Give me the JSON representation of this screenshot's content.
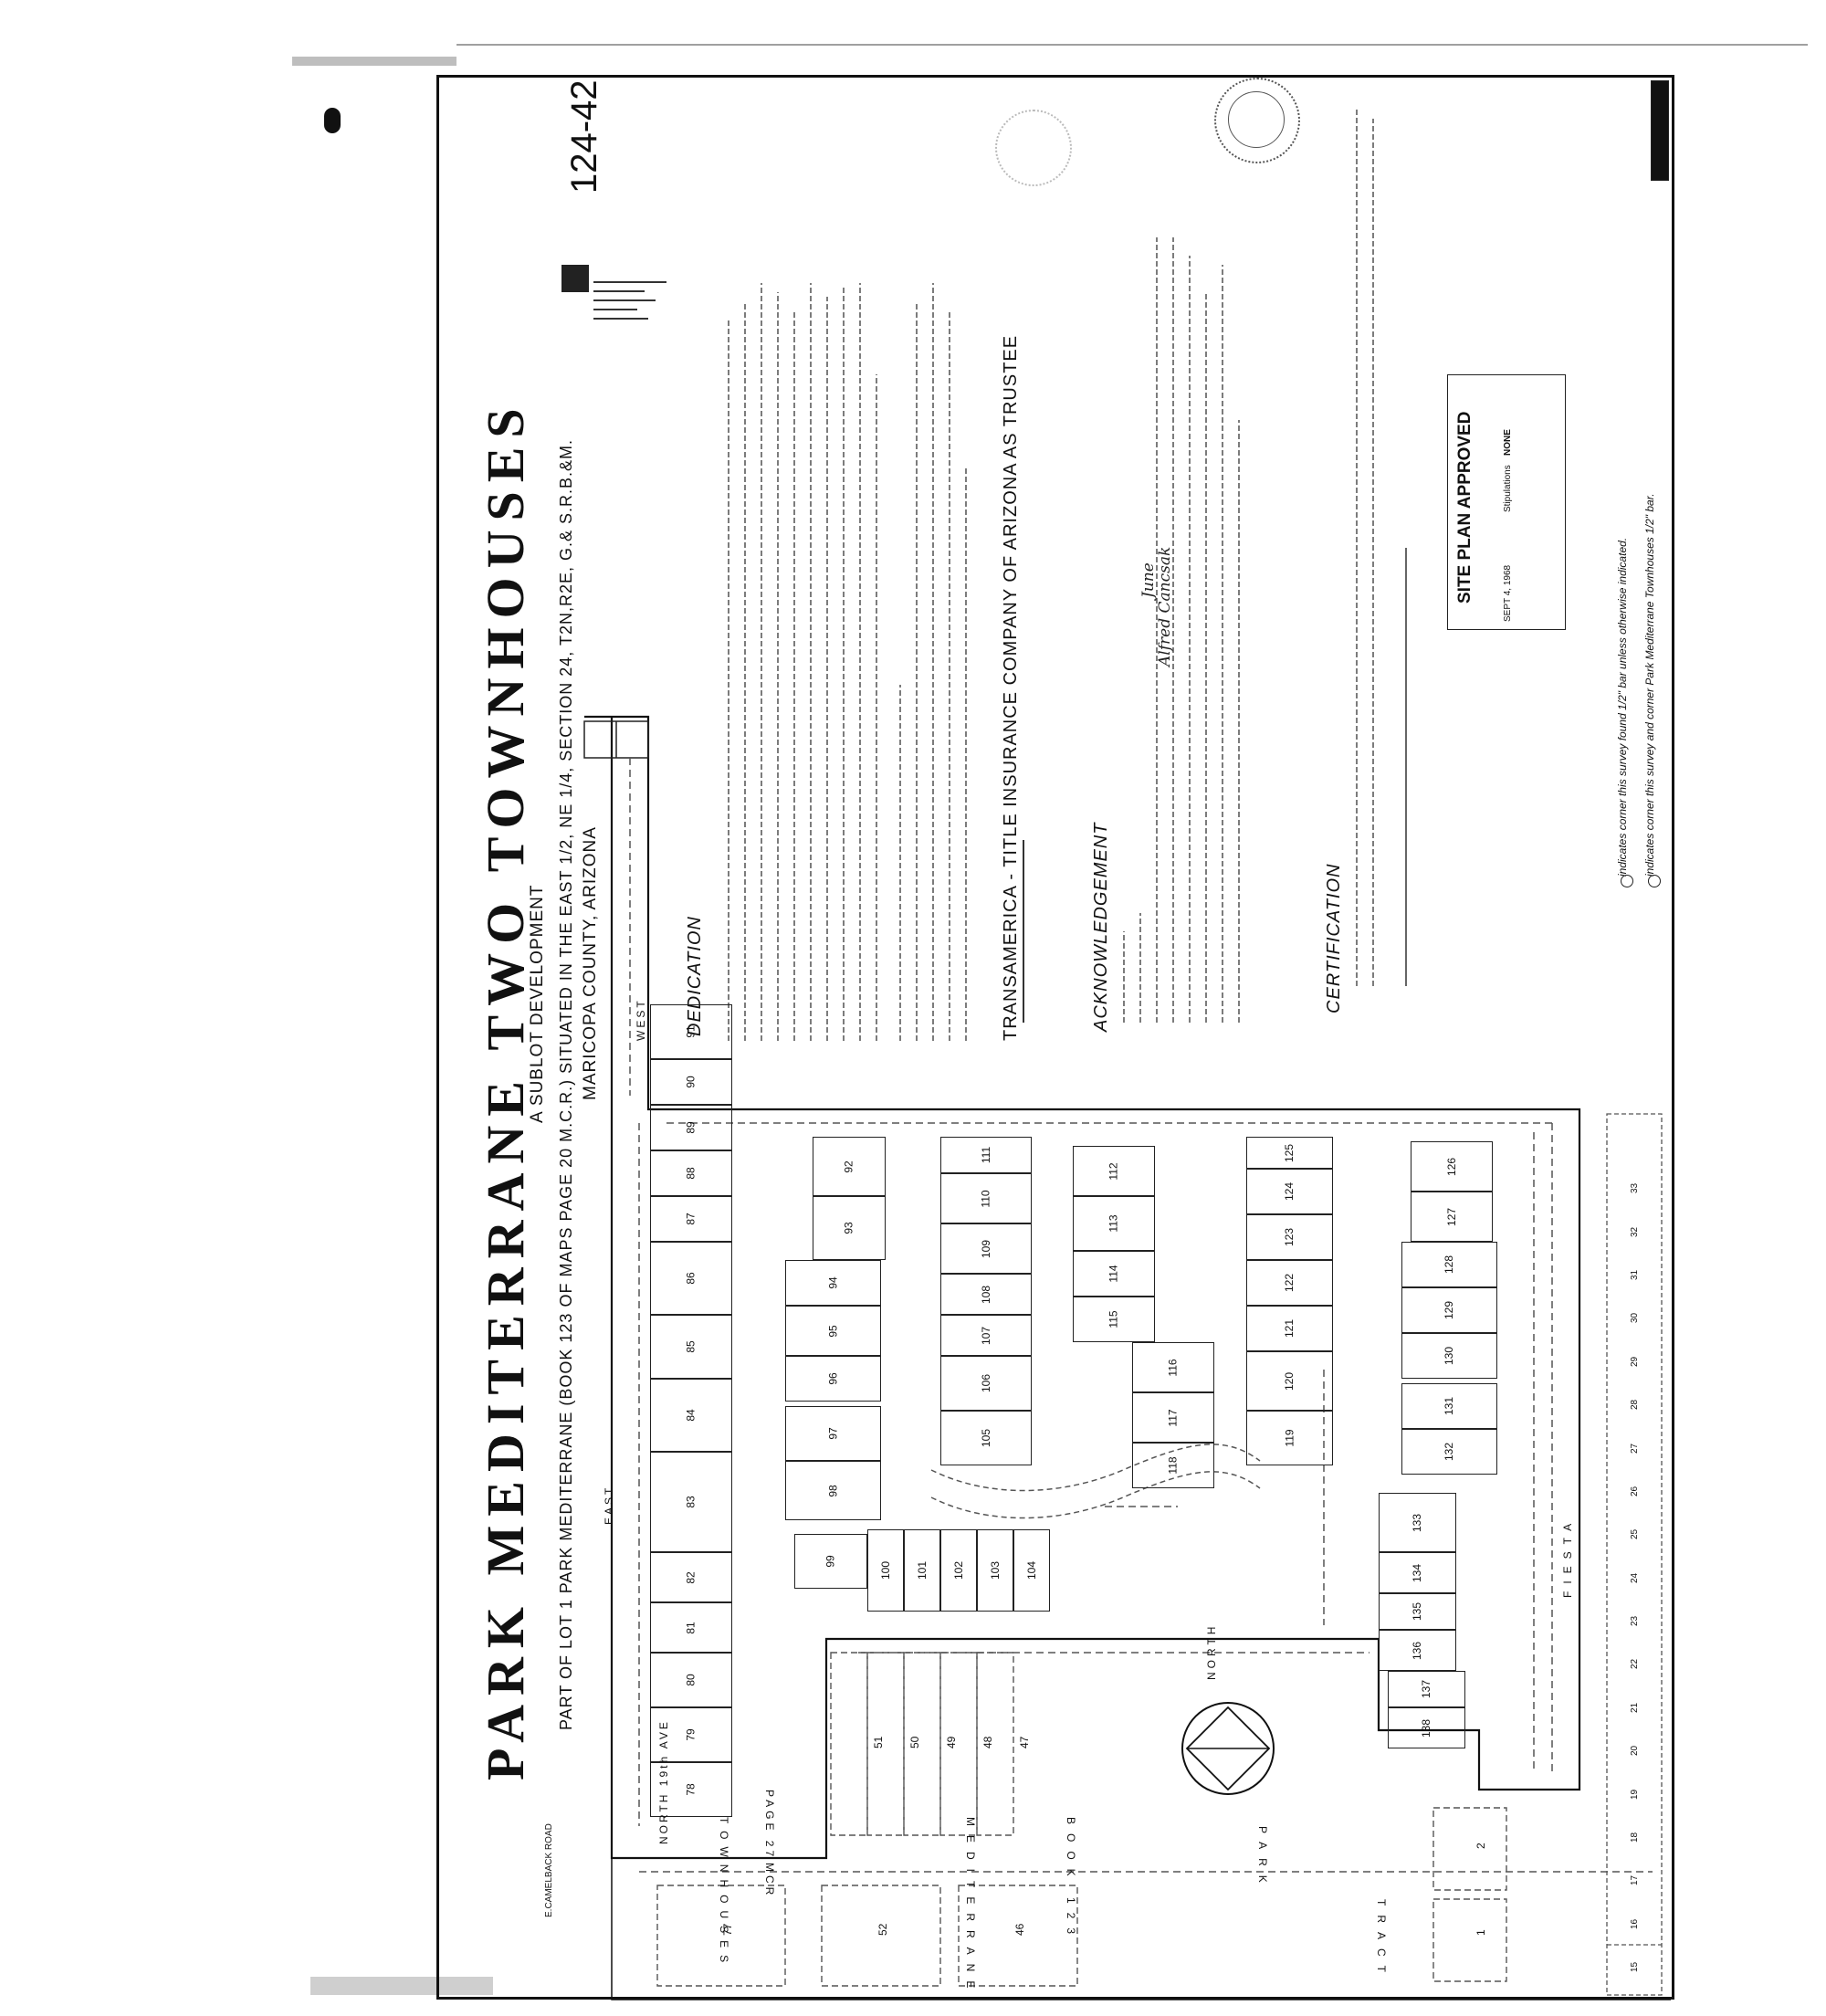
{
  "plat": {
    "sheet_number": "124-42",
    "title": "PARK   MEDITERRANE   TWO   TOWNHOUSES",
    "subtitle": "A  SUBLOT  DEVELOPMENT",
    "legal_line": "PART OF LOT 1 PARK MEDITERRANE (BOOK 123 OF MAPS PAGE 20 M.C.R.) SITUATED IN THE EAST 1/2, NE 1/4, SECTION 24, T2N,R2E, G.& S.R.B.&M.",
    "county_line": "MARICOPA   COUNTY,   ARIZONA",
    "dedication_heading": "DEDICATION",
    "acknowledgement_heading": "ACKNOWLEDGEMENT",
    "certification_heading": "CERTIFICATION",
    "trustee_line": "TRANSAMERICA - TITLE INSURANCE COMPANY OF ARIZONA   AS TRUSTEE",
    "ack_month": "June",
    "ack_officer": "Alfred Cancsak",
    "site_plan": {
      "heading": "SITE PLAN APPROVED",
      "stipulations_label": "Stipulations",
      "stipulations_value": "NONE",
      "date_value": "SEPT 4, 1968"
    },
    "legend": {
      "found": "indicates corner this survey found  1/2\" bar unless otherwise indicated.",
      "set": "indicates corner this survey and corner Park Mediterrane Townhouses  1/2\" bar."
    },
    "street_labels": {
      "north_19th": "NORTH 19th AVE",
      "west": "WEST",
      "east": "EAST",
      "north": "NORTH",
      "fiesta": "FIESTA",
      "mediterrane": "MEDITERRANE",
      "park": "PARK",
      "tract": "TRACT",
      "townhouses": "TOWNHOUSES",
      "mcr": "MCR",
      "page": "PAGE 27",
      "book": "BOOK 123",
      "camelback": "E.CAMELBACK ROAD"
    },
    "lots": [
      "78",
      "79",
      "80",
      "81",
      "82",
      "83",
      "84",
      "85",
      "86",
      "87",
      "88",
      "89",
      "90",
      "91",
      "92",
      "93",
      "94",
      "95",
      "96",
      "97",
      "98",
      "99",
      "100",
      "101",
      "102",
      "103",
      "104",
      "105",
      "106",
      "107",
      "108",
      "109",
      "110",
      "111",
      "112",
      "113",
      "114",
      "115",
      "116",
      "117",
      "118",
      "119",
      "120",
      "121",
      "122",
      "123",
      "124",
      "125",
      "126",
      "127",
      "128",
      "129",
      "130",
      "131",
      "132",
      "133",
      "134",
      "135",
      "136",
      "137",
      "138"
    ],
    "old_lots": [
      "51",
      "50",
      "49",
      "48",
      "47",
      "52",
      "46",
      "77",
      "1",
      "2"
    ],
    "bottom_lot_strip": [
      "15",
      "16",
      "17",
      "18",
      "19",
      "20",
      "21",
      "22",
      "23",
      "24",
      "25",
      "26",
      "27",
      "28",
      "29",
      "30",
      "31",
      "32",
      "33"
    ]
  }
}
